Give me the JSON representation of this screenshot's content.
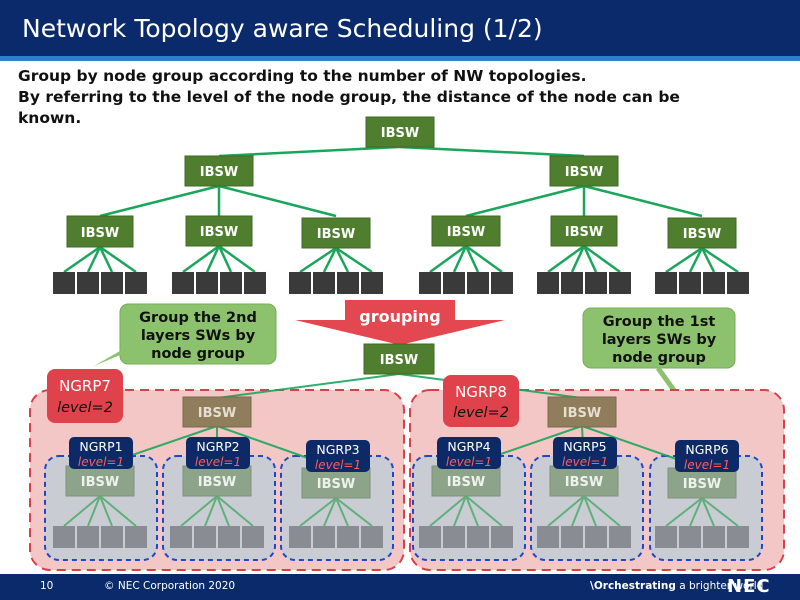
{
  "title": "Network Topology aware Scheduling (1/2)",
  "intro": {
    "line1": "Group by node group according to the number of NW topologies.",
    "line2": "By referring to the level of the node group, the distance of the node can be",
    "line3": "known."
  },
  "switch_label": "IBSW",
  "grouping_label": "grouping",
  "callouts": {
    "left": [
      "Group the 2nd",
      "layers SWs by",
      "node group"
    ],
    "right": [
      "Group the 1st",
      "layers SWs by",
      "node group"
    ]
  },
  "node_groups_level2": [
    {
      "name": "NGRP7",
      "level": "level=2"
    },
    {
      "name": "NGRP8",
      "level": "level=2"
    }
  ],
  "node_groups_level1": [
    {
      "name": "NGRP1",
      "level": "level=1"
    },
    {
      "name": "NGRP2",
      "level": "level=1"
    },
    {
      "name": "NGRP3",
      "level": "level=1"
    },
    {
      "name": "NGRP4",
      "level": "level=1"
    },
    {
      "name": "NGRP5",
      "level": "level=1"
    },
    {
      "name": "NGRP6",
      "level": "level=1"
    }
  ],
  "footer": {
    "page": "10",
    "copyright": "© NEC Corporation 2020",
    "tagline_prefix": "\\Orchestrating",
    "tagline_rest": " a brighter world",
    "logo": "NEC"
  },
  "colors": {
    "title_bar": "#0a2a6b",
    "switch_green": "#4f7f2e",
    "link_green": "#1aa65a",
    "node_dark": "#3a3a3a",
    "group_pink": "#f4c7c7",
    "group_border_red": "#d9404a",
    "subgroup_gray": "#c9ccd3",
    "subgroup_border_blue": "#1f47c6",
    "ngrp_box": "#0e2a66",
    "ngrp_big": "#e0424b",
    "callout_green": "#8cc26d",
    "arrow_red": "#e34750"
  }
}
